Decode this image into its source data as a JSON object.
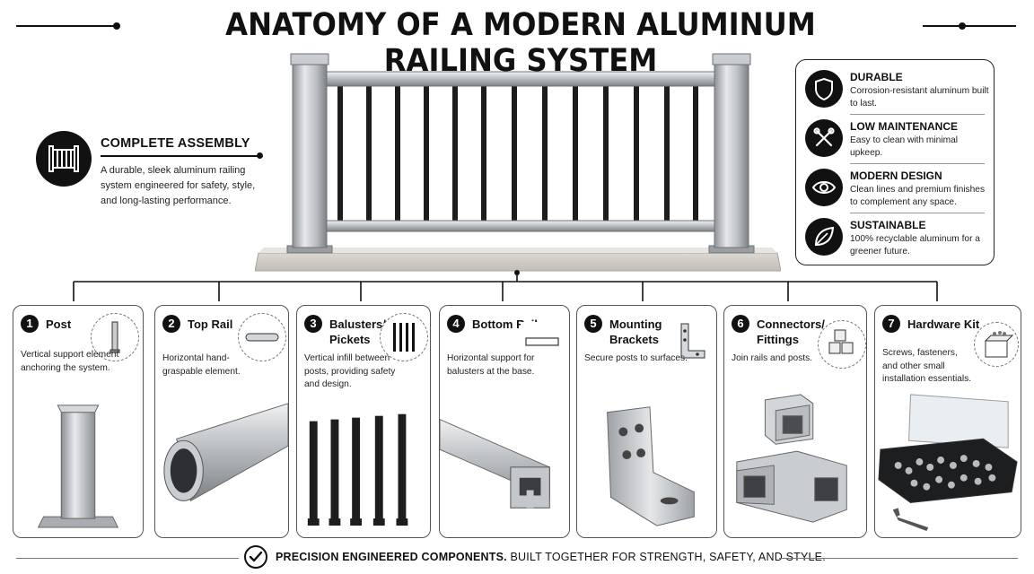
{
  "title": "ANATOMY OF A MODERN ALUMINUM RAILING SYSTEM",
  "assembly": {
    "heading": "COMPLETE ASSEMBLY",
    "description": "A durable, sleek aluminum railing system engineered for safety, style, and long-lasting performance.",
    "icon": "railing-icon"
  },
  "features": [
    {
      "name": "DURABLE",
      "description": "Corrosion-resistant aluminum built to last.",
      "icon": "shield-icon"
    },
    {
      "name": "LOW MAINTENANCE",
      "description": "Easy to clean with minimal upkeep.",
      "icon": "tools-icon"
    },
    {
      "name": "MODERN DESIGN",
      "description": "Clean lines and premium finishes to complement any space.",
      "icon": "eye-icon"
    },
    {
      "name": "SUSTAINABLE",
      "description": "100% recyclable aluminum for a greener future.",
      "icon": "leaf-icon"
    }
  ],
  "components": [
    {
      "number": "1",
      "name": "Post",
      "description": "Vertical support element anchoring the system.",
      "icon": "post-icon"
    },
    {
      "number": "2",
      "name": "Top Rail",
      "description": "Horizontal hand-graspable element.",
      "icon": "rail-tube-icon"
    },
    {
      "number": "3",
      "name": "Balusters/ Pickets",
      "description": "Vertical infill between posts, providing safety and design.",
      "icon": "balusters-icon"
    },
    {
      "number": "4",
      "name": "Bottom Rail",
      "description": "Horizontal support for balusters at the base.",
      "icon": "bottom-rail-icon"
    },
    {
      "number": "5",
      "name": "Mounting Brackets",
      "description": "Secure posts to surfaces.",
      "icon": "bracket-icon"
    },
    {
      "number": "6",
      "name": "Connectors/ Fittings",
      "description": "Join rails and posts.",
      "icon": "connector-cubes-icon"
    },
    {
      "number": "7",
      "name": "Hardware Kit",
      "description": "Screws, fasteners, and other small installation essentials.",
      "icon": "hardware-box-icon"
    }
  ],
  "footer": {
    "bold": "PRECISION ENGINEERED COMPONENTS.",
    "text": " BUILT TOGETHER FOR STRENGTH, SAFETY, AND STYLE.",
    "icon": "checkmark-icon"
  }
}
